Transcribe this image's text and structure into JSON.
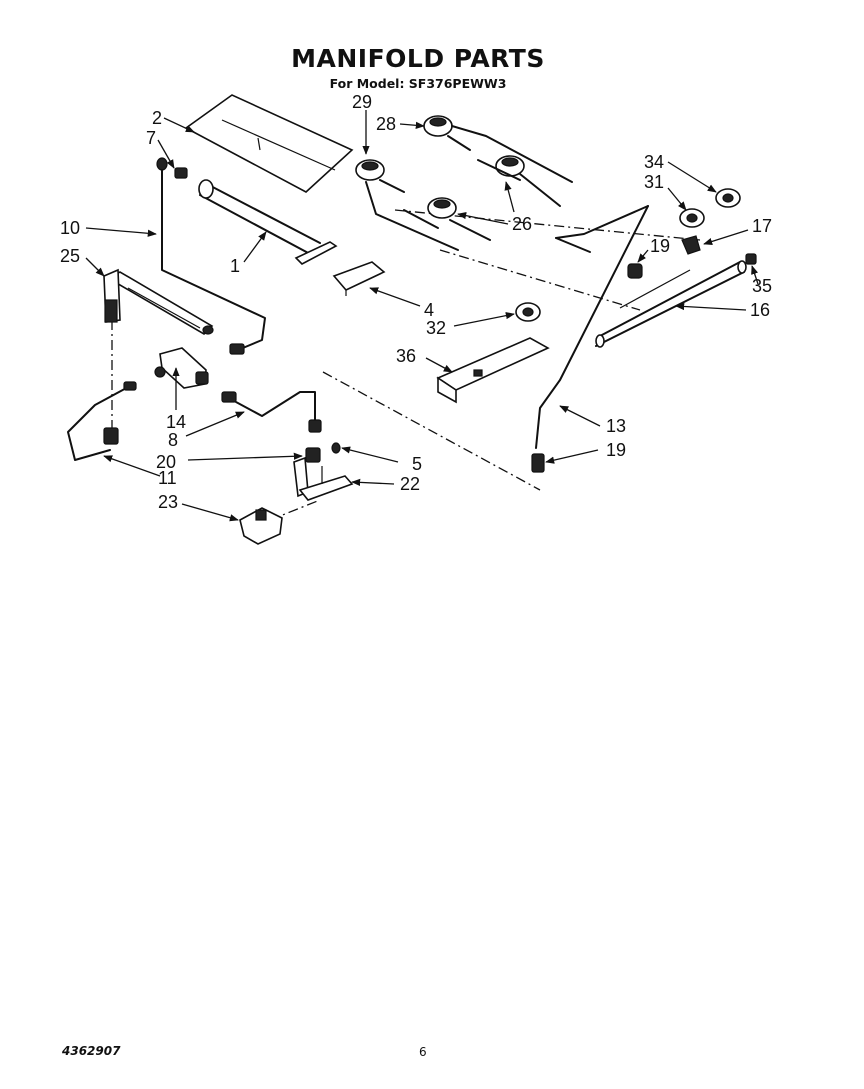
{
  "title": "MANIFOLD PARTS",
  "subtitle": "For Model: SF376PEWW3",
  "footer": {
    "doc_number": "4362907",
    "page_number": "6"
  },
  "labels": {
    "p1": "1",
    "p2": "2",
    "p4": "4",
    "p5": "5",
    "p7": "7",
    "p8": "8",
    "p10": "10",
    "p11": "11",
    "p13": "13",
    "p14": "14",
    "p16": "16",
    "p17": "17",
    "p19a": "19",
    "p19b": "19",
    "p20": "20",
    "p22": "22",
    "p23": "23",
    "p25": "25",
    "p26": "26",
    "p28": "28",
    "p29": "29",
    "p31": "31",
    "p32": "32",
    "p34": "34",
    "p35": "35",
    "p36": "36"
  }
}
